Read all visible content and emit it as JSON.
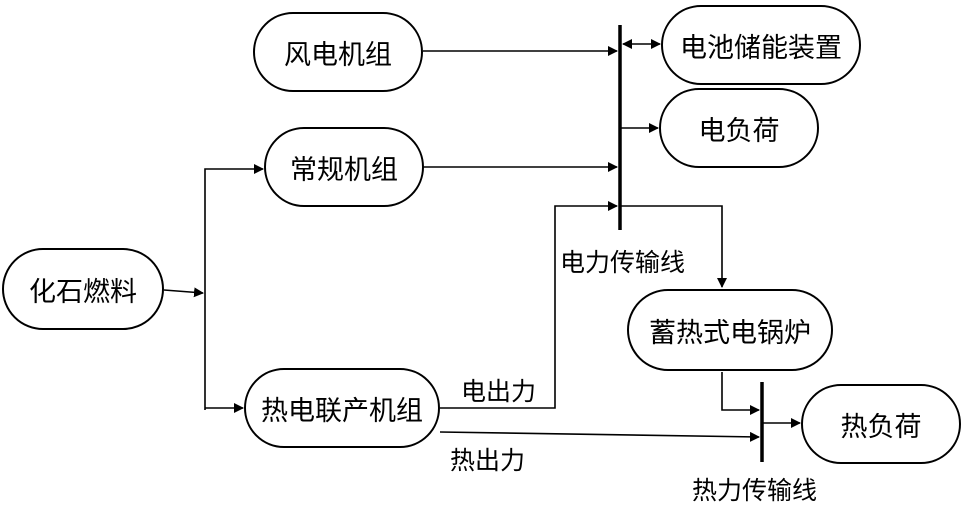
{
  "nodes": {
    "wind": "风电机组",
    "conventional": "常规机组",
    "fossil": "化石燃料",
    "chp": "热电联产机组",
    "battery": "电池储能装置",
    "elec_load": "电负荷",
    "boiler": "蓄热式电锅炉",
    "heat_load": "热负荷"
  },
  "labels": {
    "power_line": "电力传输线",
    "heat_line": "热力传输线",
    "elec_output": "电出力",
    "heat_output": "热出力"
  }
}
